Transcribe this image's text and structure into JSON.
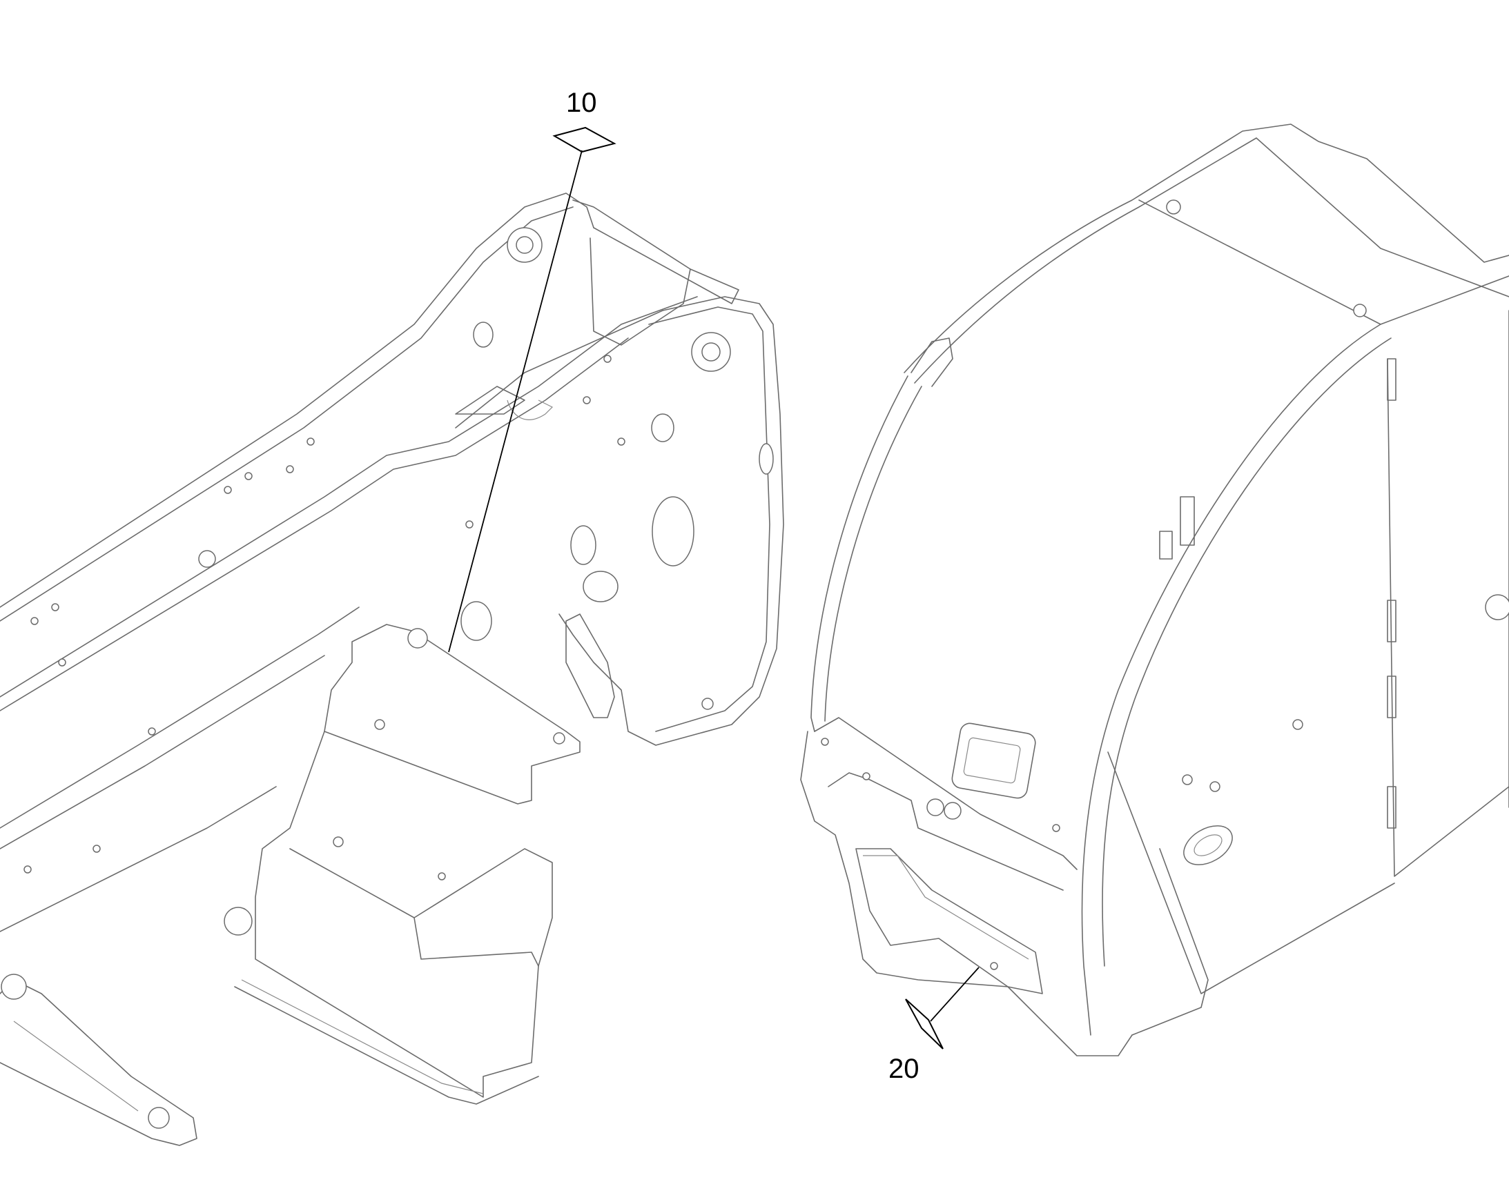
{
  "callouts": [
    {
      "id": "10",
      "label": "10"
    },
    {
      "id": "20",
      "label": "20"
    }
  ]
}
